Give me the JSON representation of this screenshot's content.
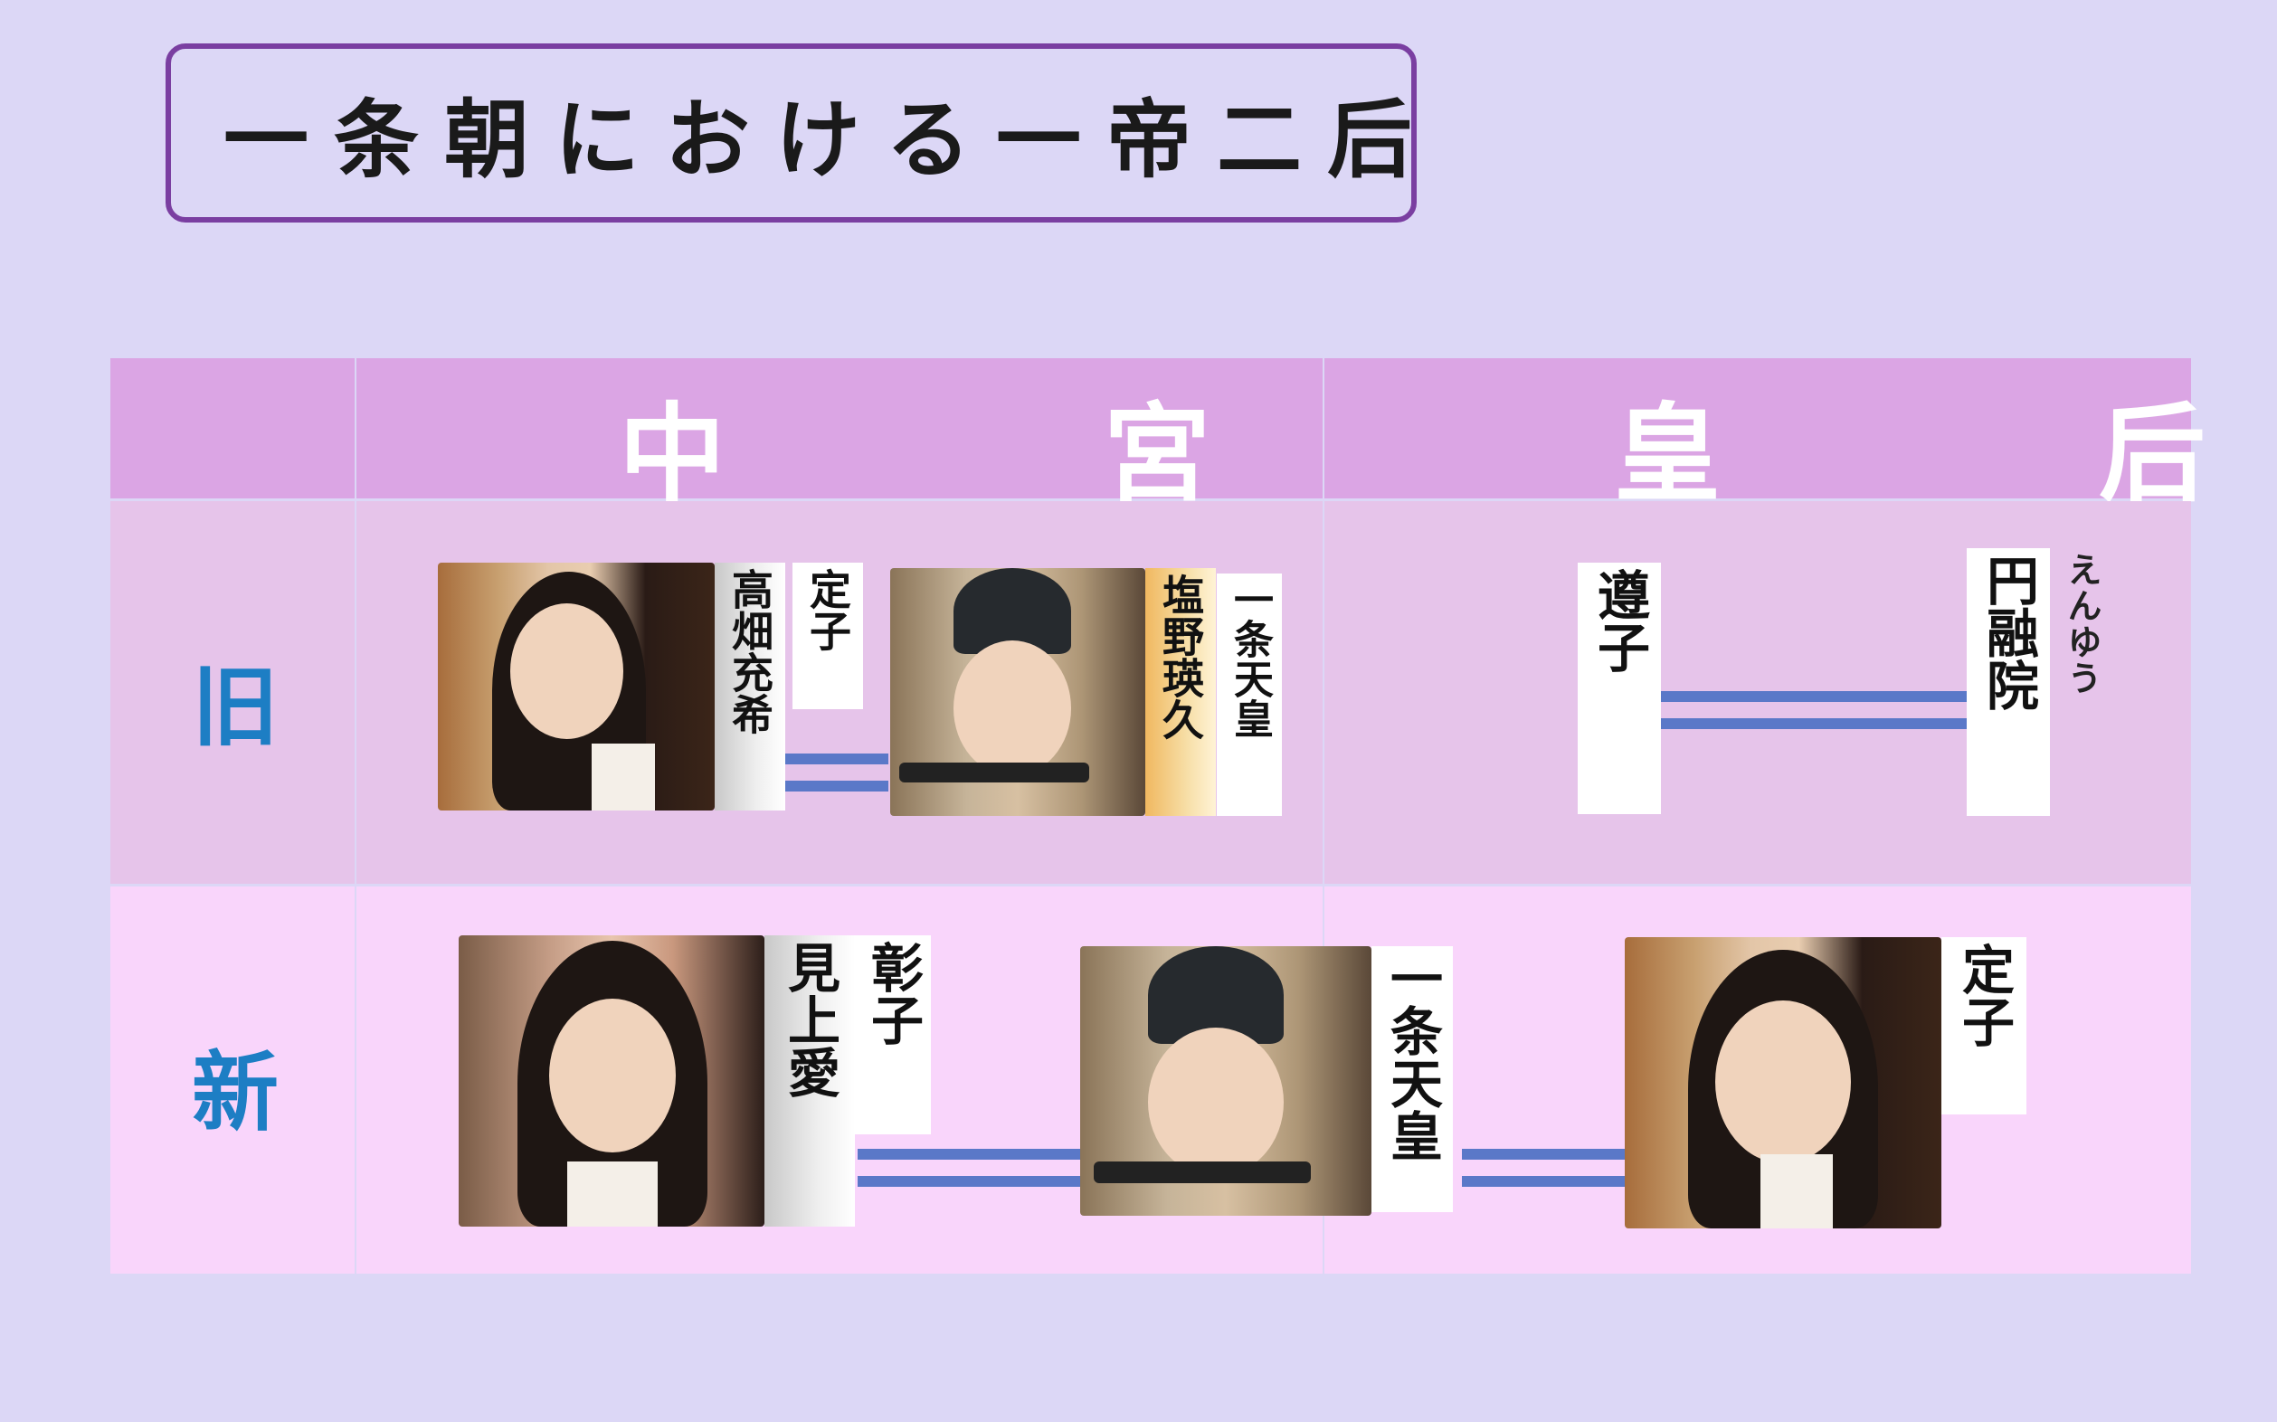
{
  "title": "一条朝における一帝二后",
  "header": {
    "col1": "中　宮",
    "col2": "皇　后"
  },
  "rows": {
    "old": "旧",
    "new": "新"
  },
  "cells": {
    "old_chugu": {
      "actress": "高畑充希",
      "role": "定子",
      "actor": "塩野瑛久",
      "emperor": "一条天皇"
    },
    "old_kogo": {
      "empress": "遵子",
      "emperor": "円融院",
      "ruby": "えんゆう"
    },
    "new_chugu": {
      "actress": "見上愛",
      "role": "彰子",
      "emperor": "一条天皇"
    },
    "new_kogo": {
      "role": "定子"
    }
  },
  "colors": {
    "background": "#dcd7f6",
    "title_border": "#7a3ea1",
    "header_bg": "#dba5e4",
    "old_row_bg": "#e6c4ea",
    "new_row_bg": "#f9d5fb",
    "row_label": "#1d7ec4",
    "link_line": "#5a78c8"
  }
}
